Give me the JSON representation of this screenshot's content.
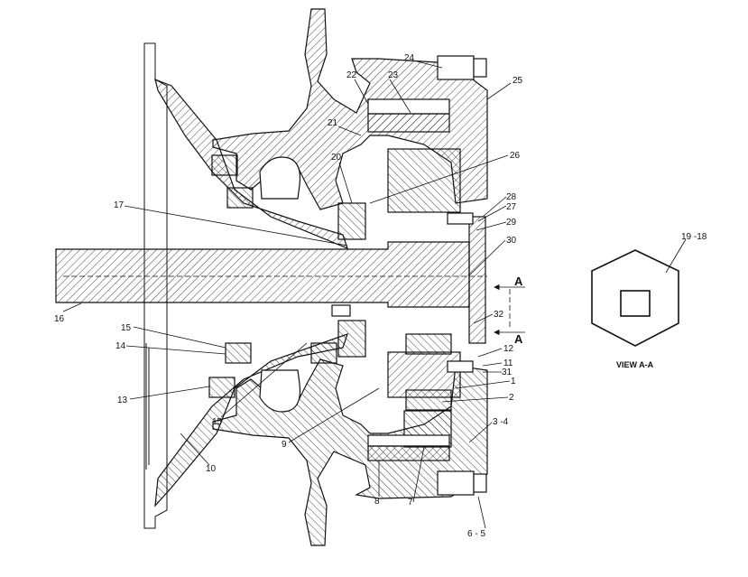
{
  "drawing": {
    "part_labels": [
      {
        "id": "p24",
        "text": "24"
      },
      {
        "id": "p25",
        "text": "25"
      },
      {
        "id": "p22",
        "text": "22"
      },
      {
        "id": "p23",
        "text": "23"
      },
      {
        "id": "p21",
        "text": "21"
      },
      {
        "id": "p26",
        "text": "26"
      },
      {
        "id": "p20",
        "text": "20"
      },
      {
        "id": "p17",
        "text": "17"
      },
      {
        "id": "p28",
        "text": "28"
      },
      {
        "id": "p27",
        "text": "27"
      },
      {
        "id": "p29",
        "text": "29"
      },
      {
        "id": "p30",
        "text": "30"
      },
      {
        "id": "p16",
        "text": "16"
      },
      {
        "id": "p32",
        "text": "32"
      },
      {
        "id": "p15a",
        "text": "15"
      },
      {
        "id": "p14",
        "text": "14"
      },
      {
        "id": "p12",
        "text": "12"
      },
      {
        "id": "p11",
        "text": "11"
      },
      {
        "id": "p31",
        "text": "31"
      },
      {
        "id": "p1",
        "text": "1"
      },
      {
        "id": "p2",
        "text": "2"
      },
      {
        "id": "p13",
        "text": "13"
      },
      {
        "id": "p15b",
        "text": "15"
      },
      {
        "id": "p9",
        "text": "9"
      },
      {
        "id": "p34",
        "text": "3 -4"
      },
      {
        "id": "p10",
        "text": "10"
      },
      {
        "id": "p8",
        "text": "8"
      },
      {
        "id": "p7",
        "text": "7"
      },
      {
        "id": "p65",
        "text": "6 - 5"
      },
      {
        "id": "p1918",
        "text": "19 -18"
      }
    ],
    "section_marks": {
      "upper": "A",
      "lower": "A"
    },
    "view_title": "VIEW  A-A"
  }
}
